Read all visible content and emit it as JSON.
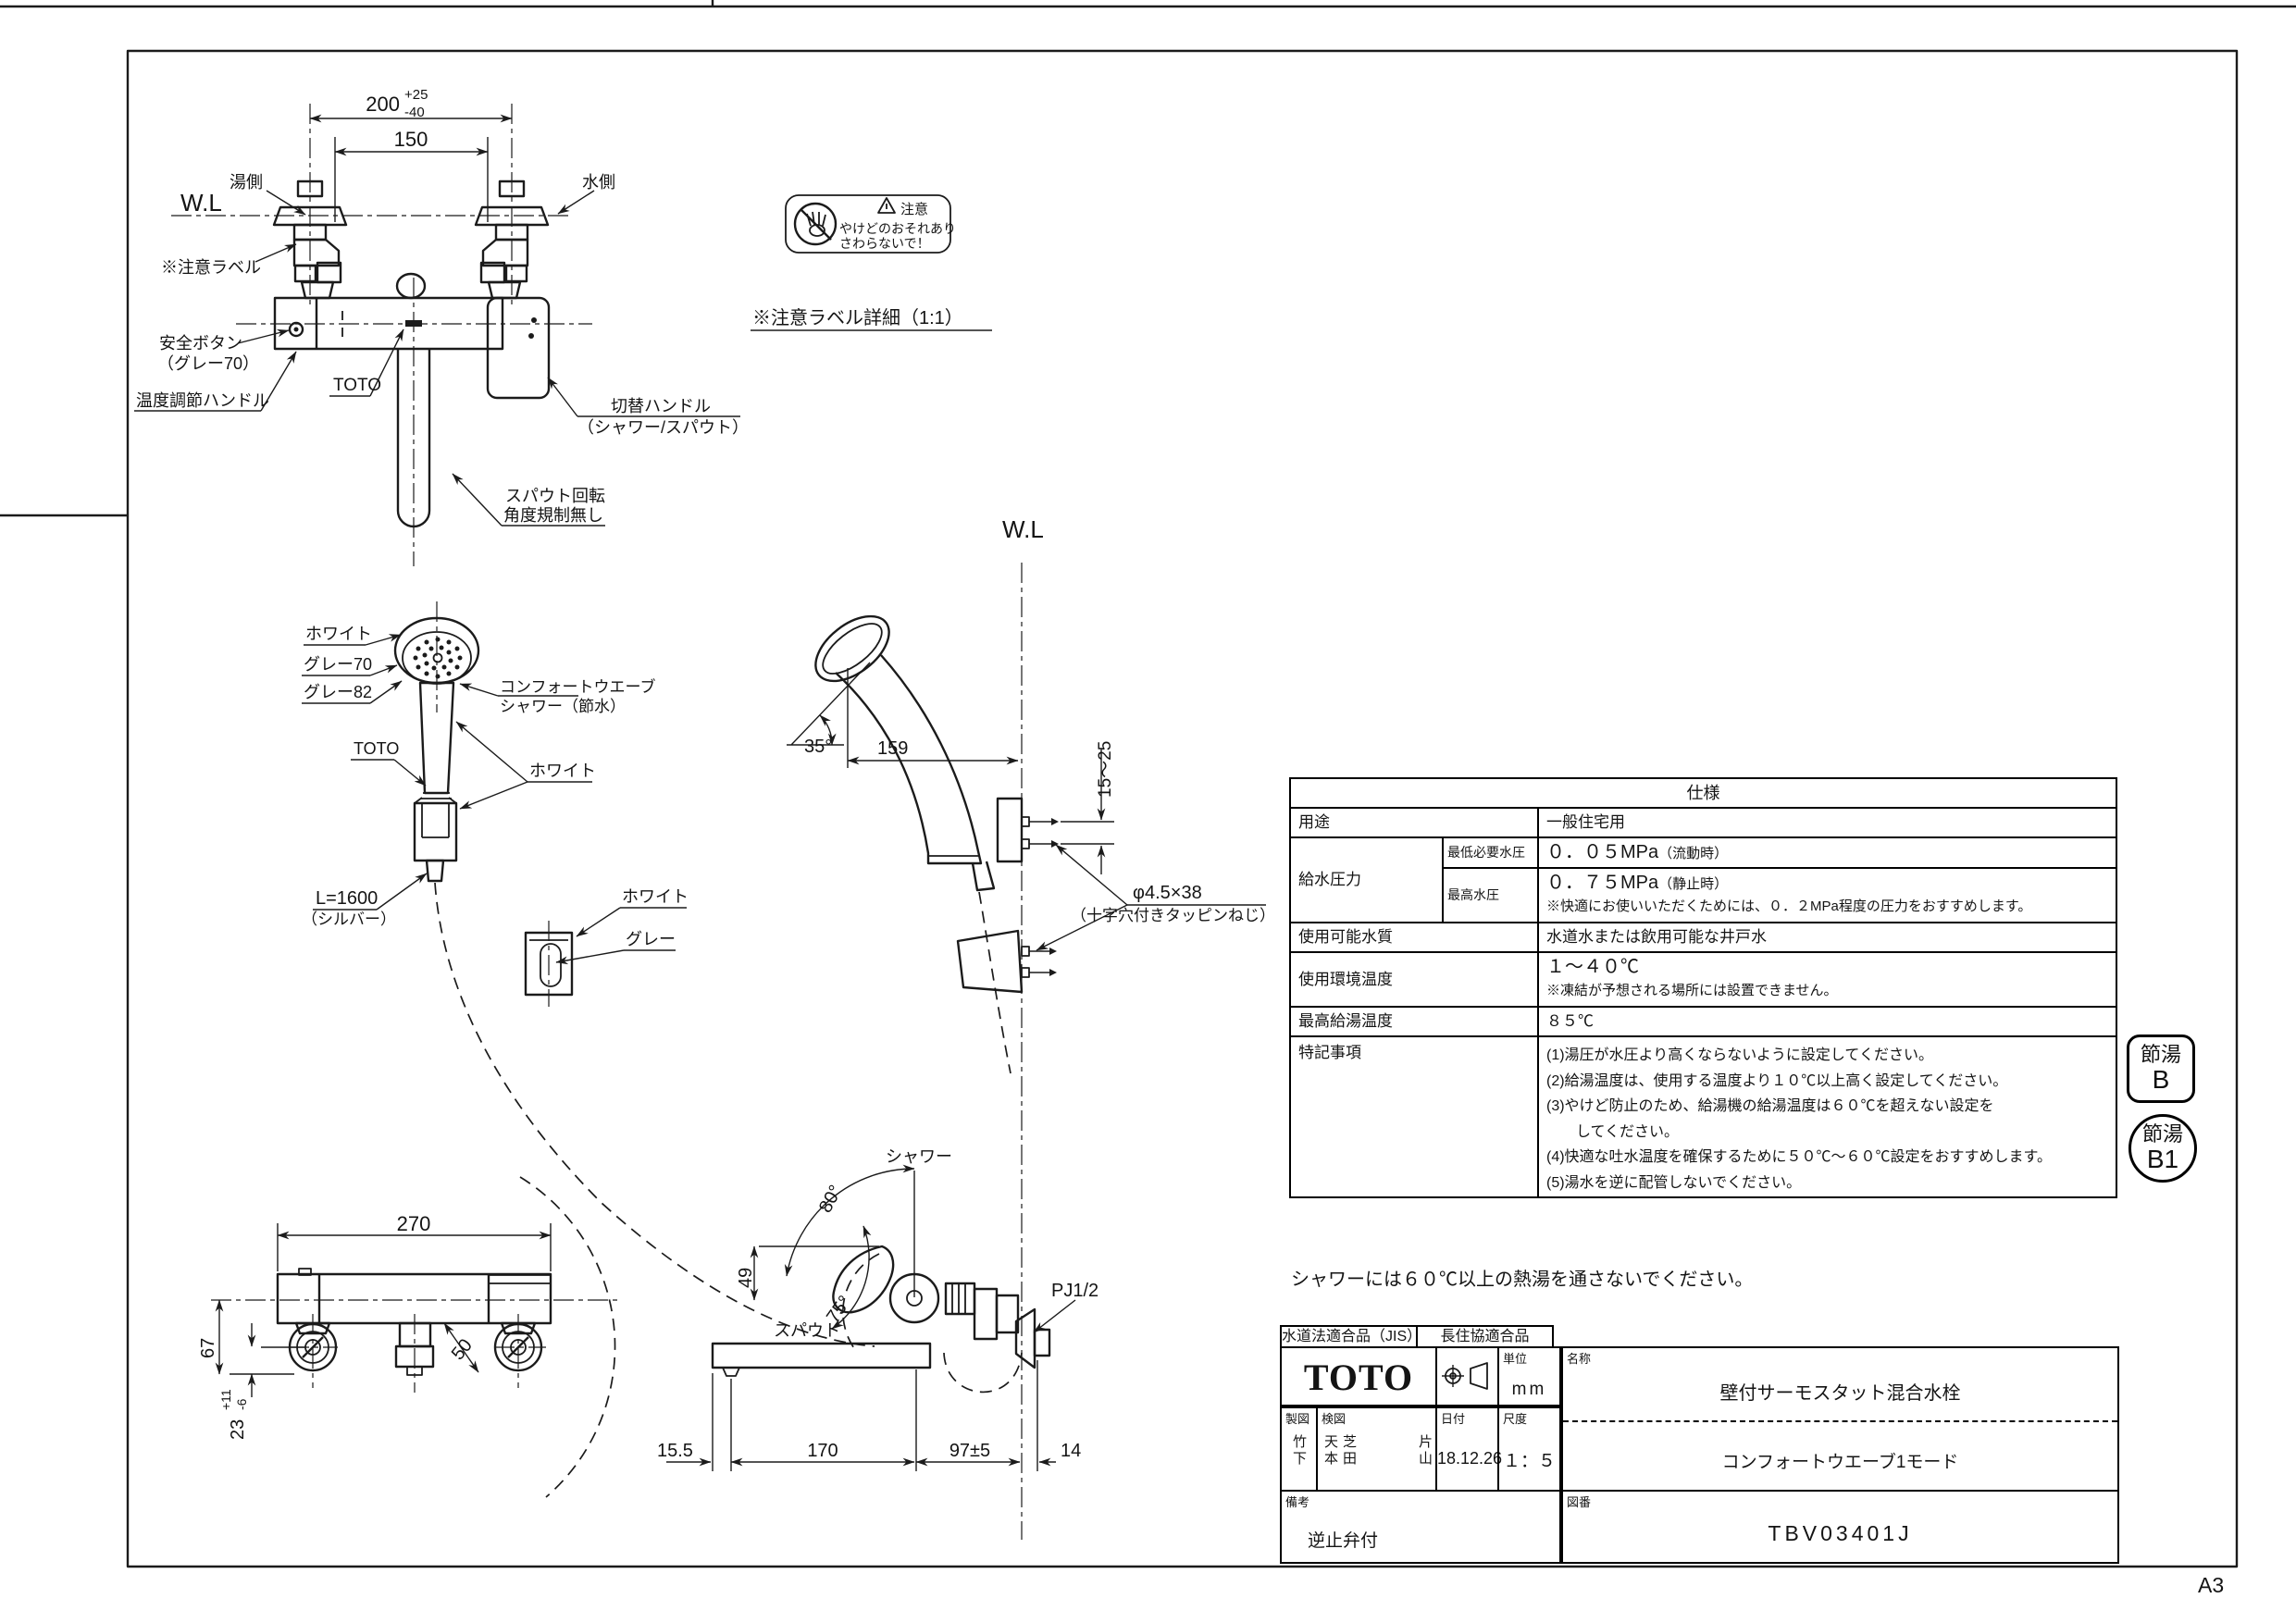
{
  "sheet": {
    "size": "A3"
  },
  "front_view": {
    "wl": "W.L",
    "dim_200": "200",
    "dim_200_plus": "+25",
    "dim_200_minus": "-40",
    "dim_150": "150",
    "hot_side": "湯側",
    "cold_side": "水側",
    "caution_ref": "※注意ラベル",
    "safety_button": "安全ボタン",
    "safety_button_color": "（グレー70）",
    "temp_handle": "温度調節ハンドル",
    "brand": "TOTO",
    "switch_handle": "切替ハンドル",
    "switch_handle_sub": "（シャワー/スパウト）",
    "spout_note1": "スパウト回転",
    "spout_note2": "角度規制無し"
  },
  "caution_label": {
    "caution": "注意",
    "line1": "やけどのおそれあり",
    "line2": "さわらないで！",
    "caption": "※注意ラベル詳細（1:1）"
  },
  "shower_view": {
    "white_head": "ホワイト",
    "gray70": "グレー70",
    "gray82": "グレー82",
    "comfort1": "コンフォートウエーブ",
    "comfort2": "シャワー（節水）",
    "brand": "TOTO",
    "white_handle": "ホワイト",
    "hose_len": "L=1600",
    "hose_color": "（シルバー）",
    "hanger_white": "ホワイト",
    "hanger_gray": "グレー"
  },
  "side_view": {
    "wl": "W.L",
    "angle35": "35°",
    "dim159": "159",
    "dim1525": "15～25",
    "screw": "φ4.5×38",
    "screw_note": "（十字穴付きタッピンねじ）"
  },
  "bottom_view": {
    "dim270": "270",
    "dim67": "67",
    "dim23": "23",
    "dim23_plus": "+11",
    "dim23_minus": "-6",
    "dim50": "50",
    "dim49": "49",
    "angle80": "80°",
    "angle75": "75°",
    "shower": "シャワー",
    "spout": "スパウト",
    "pj": "PJ1/2",
    "dim155": "15.5",
    "dim170": "170",
    "dim97": "97±5",
    "dim14": "14"
  },
  "spec_table": {
    "title": "仕様",
    "usage_label": "用途",
    "usage": "一般住宅用",
    "pressure_label": "給水圧力",
    "min_label": "最低必要水圧",
    "min_value": "０．０５MPa",
    "min_cond": "（流動時）",
    "max_label": "最高水圧",
    "max_value": "０．７５MPa",
    "max_cond": "（静止時）",
    "pressure_note": "※快適にお使いいただくためには、０．２MPa程度の圧力をおすすめします。",
    "quality_label": "使用可能水質",
    "quality": "水道水または飲用可能な井戸水",
    "env_label": "使用環境温度",
    "env": "１～４０℃",
    "env_note": "※凍結が予想される場所には設置できません。",
    "maxtemp_label": "最高給湯温度",
    "maxtemp": "８５℃",
    "notes_label": "特記事項",
    "notes": [
      "(1)湯圧が水圧より高くならないように設定してください。",
      "(2)給湯温度は、使用する温度より１０℃以上高く設定してください。",
      "(3)やけど防止のため、給湯機の給湯温度は６０℃を超えない設定を",
      "　　してください。",
      "(4)快適な吐水温度を確保するために５０℃～６０℃設定をおすすめします。",
      "(5)湯水を逆に配管しないでください。"
    ]
  },
  "eco_badges": {
    "b_top": "節湯",
    "b": "B",
    "b1_top": "節湯",
    "b1": "B1"
  },
  "shower_note": "シャワーには６０℃以上の熱湯を通さないでください。",
  "title_block": {
    "cert_jis": "水道法適合品（JIS）",
    "cert_chojyu": "長住協適合品",
    "brand": "TOTO",
    "unit_label": "単位",
    "unit": "mm",
    "name_label": "名称",
    "name": "壁付サーモスタット混合水栓",
    "name_sub": "コンフォートウエーブ1モード",
    "drafter_label": "製図",
    "drafter": "竹下",
    "checker_label": "検図",
    "checker1": "天本",
    "checker2": "芝田",
    "checker3": "片山",
    "date_label": "日付",
    "date": "18.12.26",
    "scale_label": "尺度",
    "scale": "１：５",
    "remarks_label": "備考",
    "remarks": "逆止弁付",
    "dwgno_label": "図番",
    "dwgno": "TBV03401J"
  }
}
